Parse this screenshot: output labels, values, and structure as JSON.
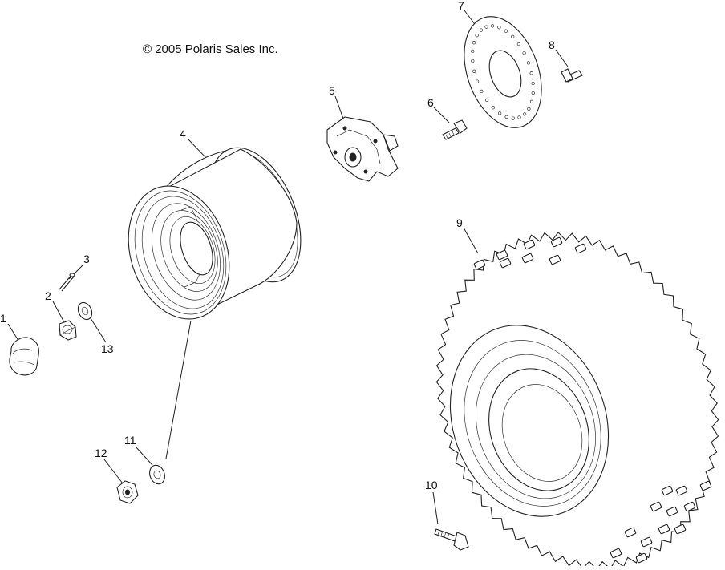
{
  "copyright": "© 2005 Polaris Sales Inc.",
  "callouts": [
    {
      "id": "1",
      "label": "1"
    },
    {
      "id": "2",
      "label": "2"
    },
    {
      "id": "3",
      "label": "3"
    },
    {
      "id": "4",
      "label": "4"
    },
    {
      "id": "5",
      "label": "5"
    },
    {
      "id": "6",
      "label": "6"
    },
    {
      "id": "7",
      "label": "7"
    },
    {
      "id": "8",
      "label": "8"
    },
    {
      "id": "9",
      "label": "9"
    },
    {
      "id": "10",
      "label": "10"
    },
    {
      "id": "11",
      "label": "11"
    },
    {
      "id": "12",
      "label": "12"
    },
    {
      "id": "13",
      "label": "13"
    }
  ]
}
